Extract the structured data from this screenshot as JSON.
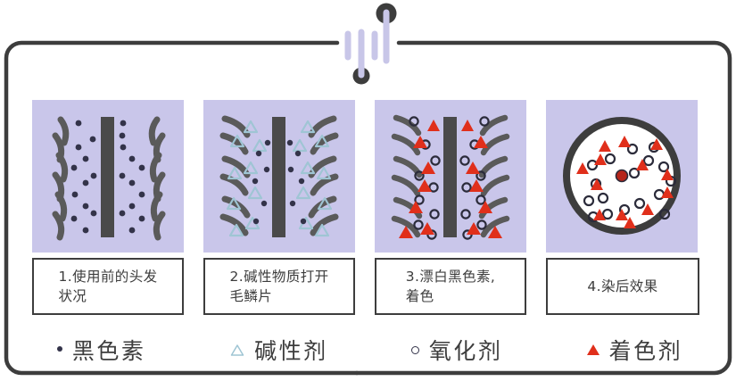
{
  "diagram": {
    "title_visible": false,
    "colors": {
      "panel_bg": "#c9c6ea",
      "frame": "#3d3d3d",
      "hair_shaft": "#4a4a4a",
      "cuticle": "#5a5a5a",
      "melanin": "#333349",
      "alkaline": "#9fc5d4",
      "oxidizer": "#2b2b3a",
      "colorant": "#e02f1b",
      "accent_bar": "#c8c6e8"
    },
    "header_decoration": {
      "name": "hair-strand-icon",
      "bars": 4,
      "knobs": 2
    },
    "panels": [
      {
        "id": "panel-1",
        "caption": "1.使用前的头发\n   状况",
        "caption_align": "left",
        "content": "closed-cuticle-hair-with-melanin",
        "elements": [
          "hair-shaft",
          "closed-cuticle-scales",
          "melanin-dots"
        ]
      },
      {
        "id": "panel-2",
        "caption": "2.碱性物质打开\n   毛鳞片",
        "caption_align": "left",
        "content": "open-cuticle-hair-with-alkaline-agent",
        "elements": [
          "hair-shaft",
          "open-cuticle-scales",
          "melanin-dots",
          "alkaline-triangles"
        ]
      },
      {
        "id": "panel-3",
        "caption": "3.漂白黑色素,\n   着色",
        "caption_align": "left",
        "content": "bleached-hair-with-oxidizer-and-colorant",
        "elements": [
          "hair-shaft",
          "open-cuticle-scales",
          "oxidizer-circles",
          "colorant-triangles"
        ]
      },
      {
        "id": "panel-4",
        "caption": "4.染后效果",
        "caption_align": "center",
        "content": "hair-cross-section-after-dye",
        "elements": [
          "hair-cross-section",
          "oxidizer-circles",
          "colorant-triangles",
          "core-dot"
        ]
      }
    ],
    "legend": [
      {
        "id": "legend-melanin",
        "marker": "filled-dot",
        "label": "黑色素",
        "color": "#333349"
      },
      {
        "id": "legend-alkaline",
        "marker": "outline-triangle",
        "label": "碱性剂",
        "color": "#9fc5d4"
      },
      {
        "id": "legend-oxidizer",
        "marker": "outline-circle",
        "label": "氧化剂",
        "color": "#333349"
      },
      {
        "id": "legend-colorant",
        "marker": "filled-triangle",
        "label": "着色剂",
        "color": "#e02f1b"
      }
    ]
  }
}
